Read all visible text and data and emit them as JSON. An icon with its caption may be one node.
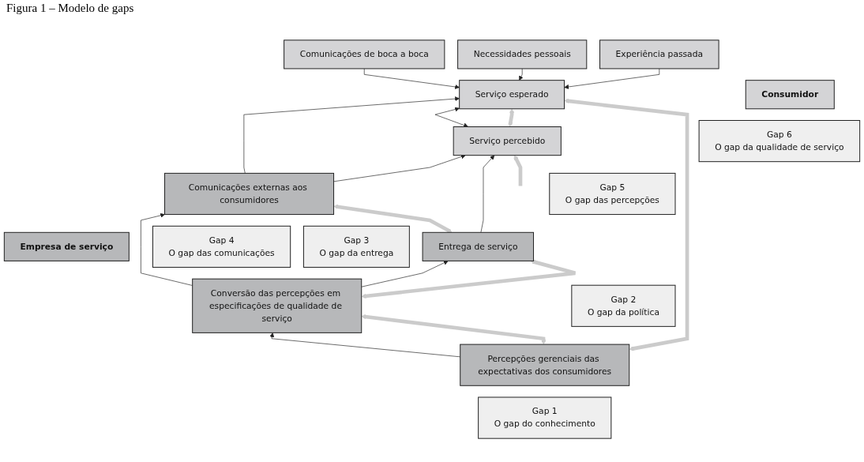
{
  "diagram": {
    "title": "Figura 1 – Modelo de gaps",
    "nodes": [
      {
        "text": [
          "Comunicações de boca a boca"
        ]
      },
      {
        "text": [
          "Necessidades pessoais"
        ]
      },
      {
        "text": [
          "Experiência passada"
        ]
      },
      {
        "text": [
          "Consumidor"
        ]
      },
      {
        "text": [
          "Serviço esperado"
        ]
      },
      {
        "text": [
          "Gap 6",
          "O gap da qualidade de serviço"
        ]
      },
      {
        "text": [
          "Serviço percebido"
        ]
      },
      {
        "text": [
          "Gap 5",
          "O gap das percepções"
        ]
      },
      {
        "text": [
          "Empresa de serviço"
        ]
      },
      {
        "text": [
          "Entrega de serviço"
        ]
      },
      {
        "text": [
          "Gap 4",
          "O gap das comunicações"
        ]
      },
      {
        "text": [
          "Comunicações externas aos consumidores"
        ]
      },
      {
        "text": [
          "Gap 3",
          "O gap da entrega"
        ]
      },
      {
        "text": [
          "Conversão das percepções em especificações de qualidade de serviço"
        ]
      },
      {
        "text": [
          "Gap 2",
          "O gap da política"
        ]
      },
      {
        "text": [
          "Percepções gerenciais das expectativas dos consumidores"
        ]
      },
      {
        "text": [
          "Gap 1",
          "O gap do conhecimento"
        ]
      }
    ],
    "edges": [
      {
        "from": 0,
        "to": 4,
        "arrow": "to"
      },
      {
        "from": 1,
        "to": 4,
        "arrow": "to"
      },
      {
        "from": 2,
        "to": 4,
        "arrow": "to"
      },
      {
        "from": 11,
        "to": 4,
        "arrow": "to"
      },
      {
        "from": 11,
        "to": 6,
        "arrow": "to"
      },
      {
        "from": 4,
        "to": 6,
        "arrow": "both"
      },
      {
        "from": 9,
        "to": 6,
        "arrow": "to"
      },
      {
        "from": 13,
        "to": 9,
        "arrow": "to"
      },
      {
        "from": 13,
        "to": 11,
        "arrow": "to"
      },
      {
        "from": 15,
        "to": 13,
        "arrow": "to"
      },
      {
        "from": 4,
        "to": 6,
        "arrow": "both",
        "style": "thick",
        "color": "#cbcbcb"
      },
      {
        "from": null,
        "to": 6,
        "arrow": "to",
        "style": "thick",
        "color": "#cbcbcb"
      },
      {
        "from": 9,
        "to": 11,
        "arrow": "both",
        "style": "thick",
        "color": "#cbcbcb"
      },
      {
        "from": 9,
        "to": 13,
        "arrow": "both",
        "style": "thick",
        "color": "#cbcbcb"
      },
      {
        "from": 13,
        "to": 15,
        "arrow": "both",
        "style": "thick",
        "color": "#cbcbcb"
      },
      {
        "from": 4,
        "to": 15,
        "arrow": "both",
        "style": "thick",
        "color": "#cbcbcb"
      }
    ]
  }
}
